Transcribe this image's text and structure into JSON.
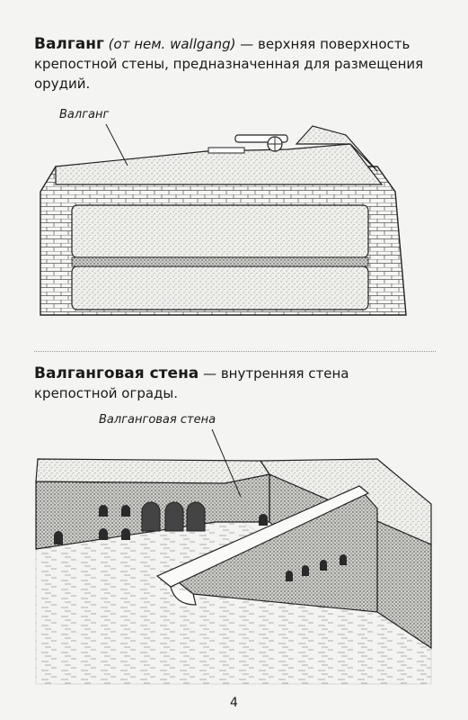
{
  "entries": [
    {
      "term": "Валганг",
      "etymology": "(от нем. wallgang)",
      "definition": " — верхняя поверхность крепостной стены, предназначенная для размещения орудий."
    },
    {
      "term": "Валганговая стена",
      "definition": " — внутренняя стена крепостной ограды."
    }
  ],
  "illustrations": [
    {
      "callout": "Валганг",
      "icon": "fortress-wall-cross-section"
    },
    {
      "callout": "Валганговая стена",
      "icon": "fortress-courtyard-perspective"
    }
  ],
  "page_number": "4"
}
